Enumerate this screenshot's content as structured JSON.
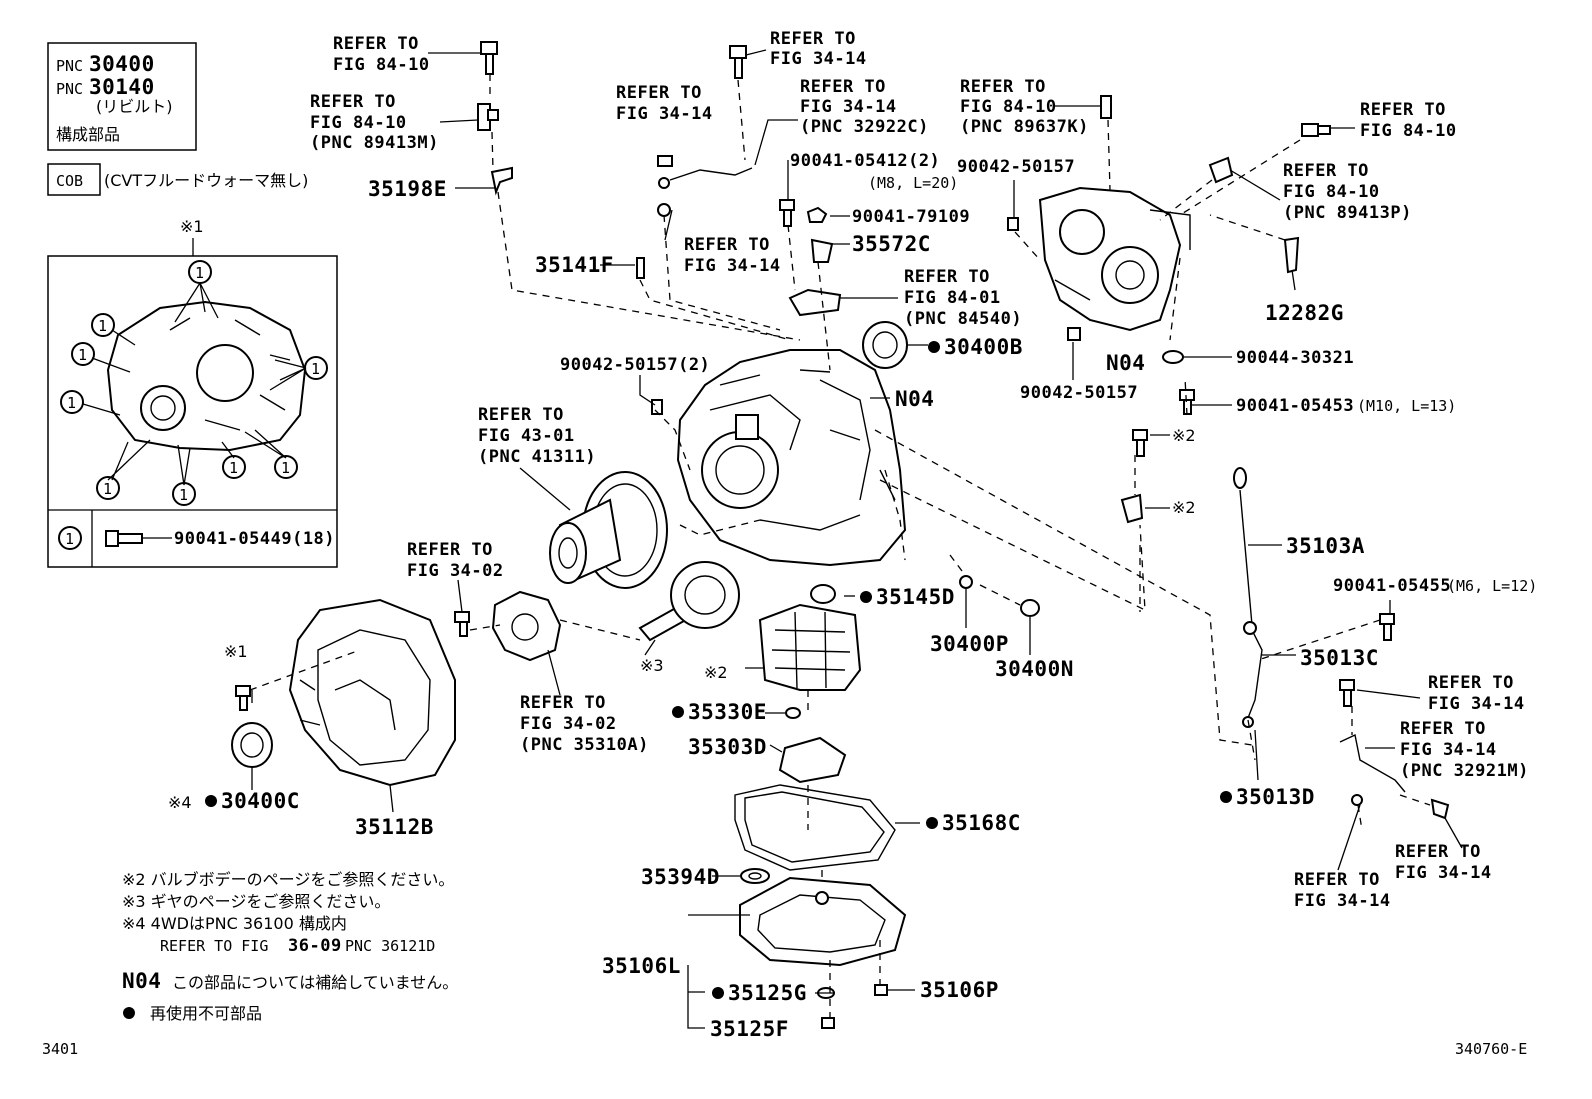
{
  "header_box": {
    "pnc_prefix": "PNC",
    "pnc_1": "30400",
    "pnc_2": "30140",
    "rebuilt": "(リビルト)",
    "components": "構成部品"
  },
  "cob_box": {
    "code": "COB",
    "desc": "(CVTフルードウォーマ無し)"
  },
  "inset": {
    "mark": "※1",
    "circle_num": "1",
    "callout_part": "90041-05449(18)"
  },
  "refer": {
    "r1_a": "REFER TO",
    "r1_b": "FIG 84-10",
    "r2_a": "REFER TO",
    "r2_b": "FIG 84-10",
    "r2_c": "(PNC 89413M)",
    "r3_a": "REFER TO",
    "r3_b": "FIG 34-14",
    "r4_a": "REFER TO",
    "r4_b": "FIG 34-14",
    "r5_a": "REFER TO",
    "r5_b": "FIG 34-14",
    "r5_c": "(PNC 32922C)",
    "r6_a": "REFER TO",
    "r6_b": "FIG 34-14",
    "r7_a": "REFER TO",
    "r7_b": "FIG 84-01",
    "r7_c": "(PNC 84540)",
    "r8_a": "REFER TO",
    "r8_b": "FIG 84-10",
    "r8_c": "(PNC 89637K)",
    "r9_a": "REFER TO",
    "r9_b": "FIG 84-10",
    "r10_a": "REFER TO",
    "r10_b": "FIG 84-10",
    "r10_c": "(PNC 89413P)",
    "r11_a": "REFER TO",
    "r11_b": "FIG 43-01",
    "r11_c": "(PNC 41311)",
    "r12_a": "REFER TO",
    "r12_b": "FIG 34-02",
    "r13_a": "REFER TO",
    "r13_b": "FIG 34-02",
    "r13_c": "(PNC 35310A)",
    "r14_a": "REFER TO",
    "r14_b": "FIG 34-14",
    "r15_a": "REFER TO",
    "r15_b": "FIG 34-14",
    "r15_c": "(PNC 32921M)",
    "r16_a": "REFER TO",
    "r16_b": "FIG 34-14",
    "r17_a": "REFER TO",
    "r17_b": "FIG 34-14"
  },
  "parts": {
    "p35198E": "35198E",
    "p35141F": "35141F",
    "p90041_05412": "90041-05412(2)",
    "p90041_05412_spec": "(M8, L=20)",
    "p90041_79109": "90041-79109",
    "p35572C": "35572C",
    "p90042_50157_a": "90042-50157",
    "p90042_50157_b": "90042-50157",
    "p90042_50157_2": "90042-50157(2)",
    "p30400B": "30400B",
    "p12282G": "12282G",
    "pN04_a": "N04",
    "pN04_b": "N04",
    "p90044_30321": "90044-30321",
    "p90041_05453": "90041-05453",
    "p90041_05453_spec": "(M10, L=13)",
    "mark2_a": "※2",
    "mark2_b": "※2",
    "mark2_c": "※2",
    "mark1": "※1",
    "mark3": "※3",
    "mark4": "※4",
    "p35103A": "35103A",
    "p90041_05455": "90041-05455",
    "p90041_05455_spec": "(M6, L=12)",
    "p35145D": "35145D",
    "p30400P": "30400P",
    "p30400N": "30400N",
    "p35013C": "35013C",
    "p35330E": "35330E",
    "p35303D": "35303D",
    "p35168C": "35168C",
    "p35394D": "35394D",
    "p35106L": "35106L",
    "p35125G": "35125G",
    "p35106P": "35106P",
    "p35125F": "35125F",
    "p35013D": "35013D",
    "p30400C": "30400C",
    "p35112B": "35112B"
  },
  "notes": {
    "n2": "※2 バルブボデーのページをご参照ください。",
    "n3": "※3 ギヤのページをご参照ください。",
    "n4": "※4 4WDはPNC 36100 構成内",
    "n4b_pre": "REFER TO FIG",
    "n4b_fig": "36-09",
    "n4b_post": "PNC 36121D",
    "n04_code": "N04",
    "n04_text": "この部品については補給していません。",
    "dot_text": "再使用不可部品"
  },
  "footer": {
    "page_left": "3401",
    "page_right": "340760-E"
  }
}
